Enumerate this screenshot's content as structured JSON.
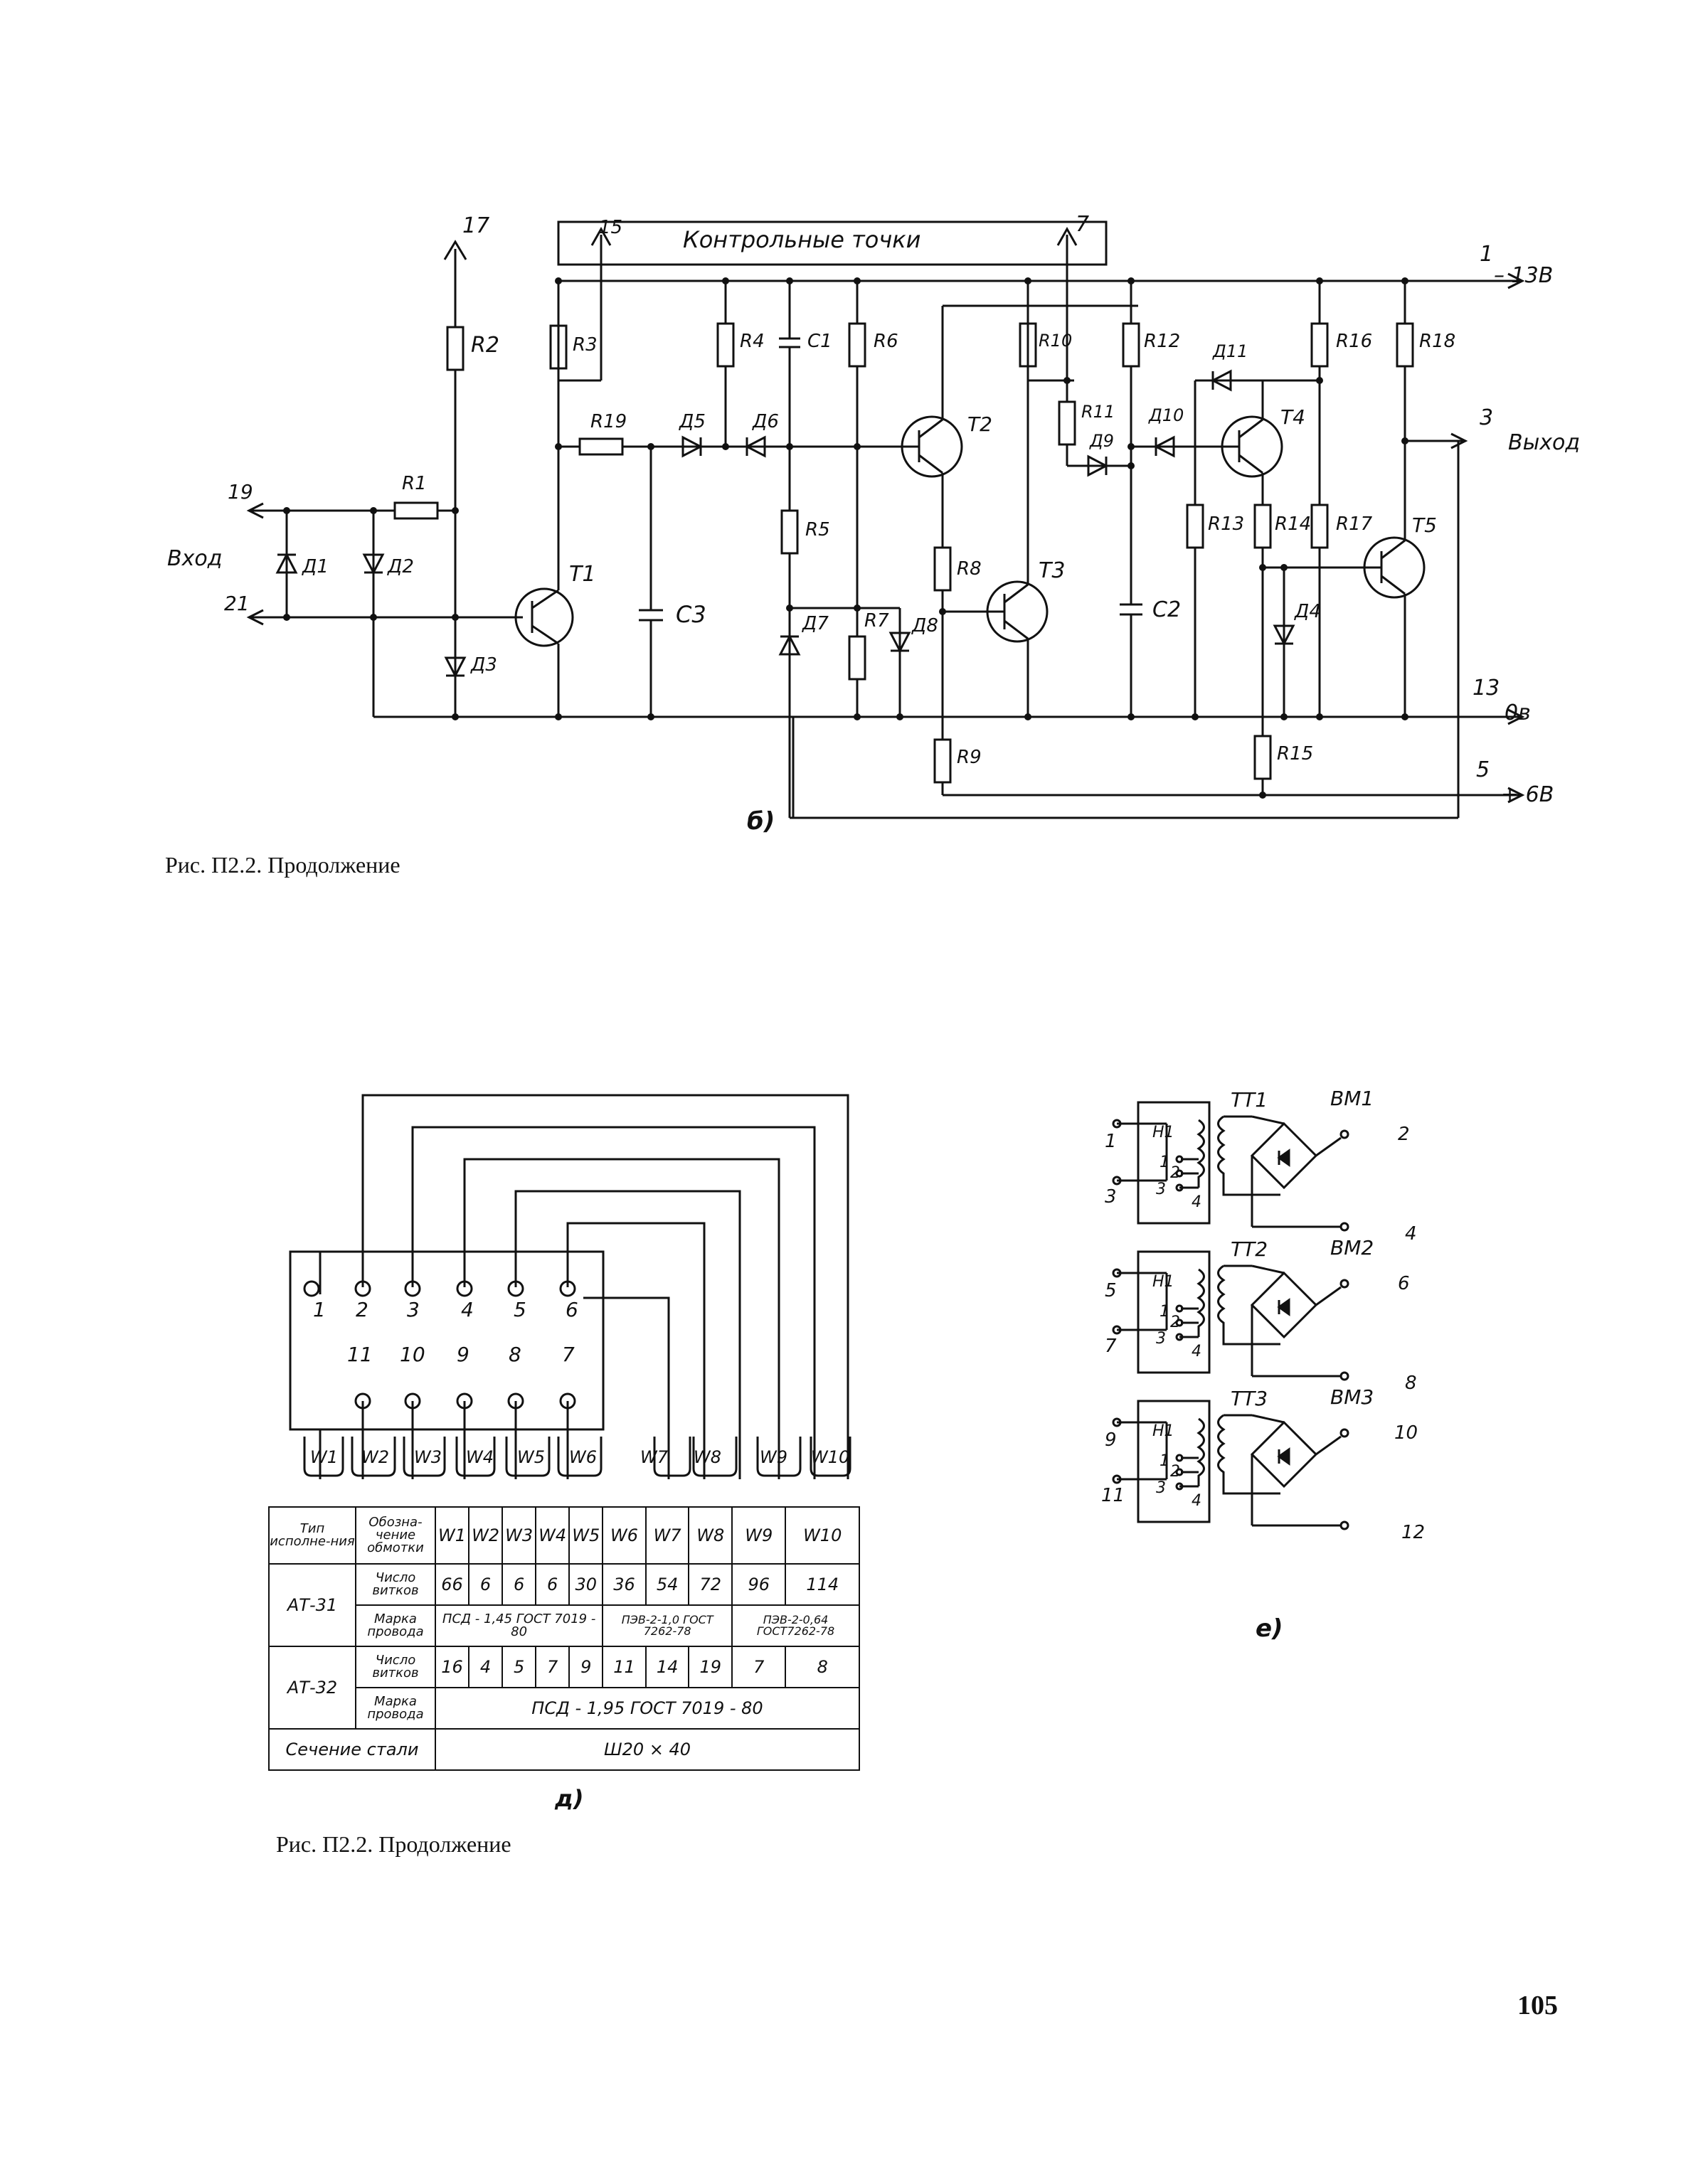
{
  "circuit_b": {
    "top_box": "Контрольные точки",
    "terminals": {
      "t17": "17",
      "t15": "15",
      "t7": "7",
      "t1": "1",
      "t3": "3",
      "t13": "13",
      "t5": "5",
      "t19": "19",
      "t21": "21"
    },
    "rails": {
      "minus13": "– 13В",
      "output": "Выход",
      "zero": "0в",
      "plus6": "+ 6В",
      "input": "Вход"
    },
    "resistors": [
      "R1",
      "R2",
      "R3",
      "R4",
      "R5",
      "R6",
      "R7",
      "R8",
      "R9",
      "R10",
      "R11",
      "R12",
      "R13",
      "R14",
      "R15",
      "R16",
      "R17",
      "R18",
      "R19"
    ],
    "caps": [
      "C1",
      "C2",
      "C3"
    ],
    "diodes": [
      "Д1",
      "Д2",
      "Д3",
      "Д4",
      "Д5",
      "Д6",
      "Д7",
      "Д8",
      "Д9",
      "Д10",
      "Д11"
    ],
    "transistors": [
      "T1",
      "T2",
      "T3",
      "T4",
      "T5"
    ],
    "label": "б)"
  },
  "caption_1": "Рис. П2.2. Продолжение",
  "connector_d": {
    "pins_top": [
      "1",
      "2",
      "3",
      "4",
      "5",
      "6"
    ],
    "pins_bottom": [
      "11",
      "10",
      "9",
      "8",
      "7"
    ],
    "windings": [
      "W1",
      "W2",
      "W3",
      "W4",
      "W5",
      "W6",
      "W7",
      "W8",
      "W9",
      "W10"
    ],
    "label": "д)"
  },
  "table": {
    "header": {
      "type": "Тип исполне-ния",
      "designation": "Обозна-чение обмотки",
      "cols": [
        "W1",
        "W2",
        "W3",
        "W4",
        "W5",
        "W6",
        "W7",
        "W8",
        "W9",
        "W10"
      ]
    },
    "at31": {
      "name": "АТ-31",
      "turns_label": "Число витков",
      "turns": [
        "66",
        "6",
        "6",
        "6",
        "30",
        "36",
        "54",
        "72",
        "96",
        "114"
      ],
      "wire_label": "Марка провода",
      "wire_a": "ПСД - 1,45 ГОСТ 7019 - 80",
      "wire_b": "ПЭВ-2-1,0 ГОСТ 7262-78",
      "wire_c": "ПЭВ-2-0,64 ГОСТ7262-78"
    },
    "at32": {
      "name": "АТ-32",
      "turns_label": "Число витков",
      "turns": [
        "16",
        "4",
        "5",
        "7",
        "9",
        "11",
        "14",
        "19",
        "7",
        "8"
      ],
      "wire_label": "Марка провода",
      "wire": "ПСД - 1,95   ГОСТ 7019 - 80"
    },
    "steel_label": "Сечение стали",
    "steel": "Ш20 × 40"
  },
  "caption_2": "Рис. П2.2. Продолжение",
  "transformers_e": {
    "units": [
      {
        "tt": "ТТ1",
        "bm": "ВМ1",
        "in_a": "1",
        "in_b": "3",
        "out_a": "2",
        "out_b": "4",
        "w": "Н1",
        "t1": "1",
        "t2": "2",
        "t3": "3",
        "t4": "4"
      },
      {
        "tt": "ТТ2",
        "bm": "ВМ2",
        "in_a": "5",
        "in_b": "7",
        "out_a": "6",
        "out_b": "8",
        "w": "Н1",
        "t1": "1",
        "t2": "2",
        "t3": "3",
        "t4": "4"
      },
      {
        "tt": "ТТ3",
        "bm": "ВМ3",
        "in_a": "9",
        "in_b": "11",
        "out_a": "10",
        "out_b": "12",
        "w": "Н1",
        "t1": "1",
        "t2": "2",
        "t3": "3",
        "t4": "4"
      }
    ],
    "label": "е)"
  },
  "page_number": "105"
}
